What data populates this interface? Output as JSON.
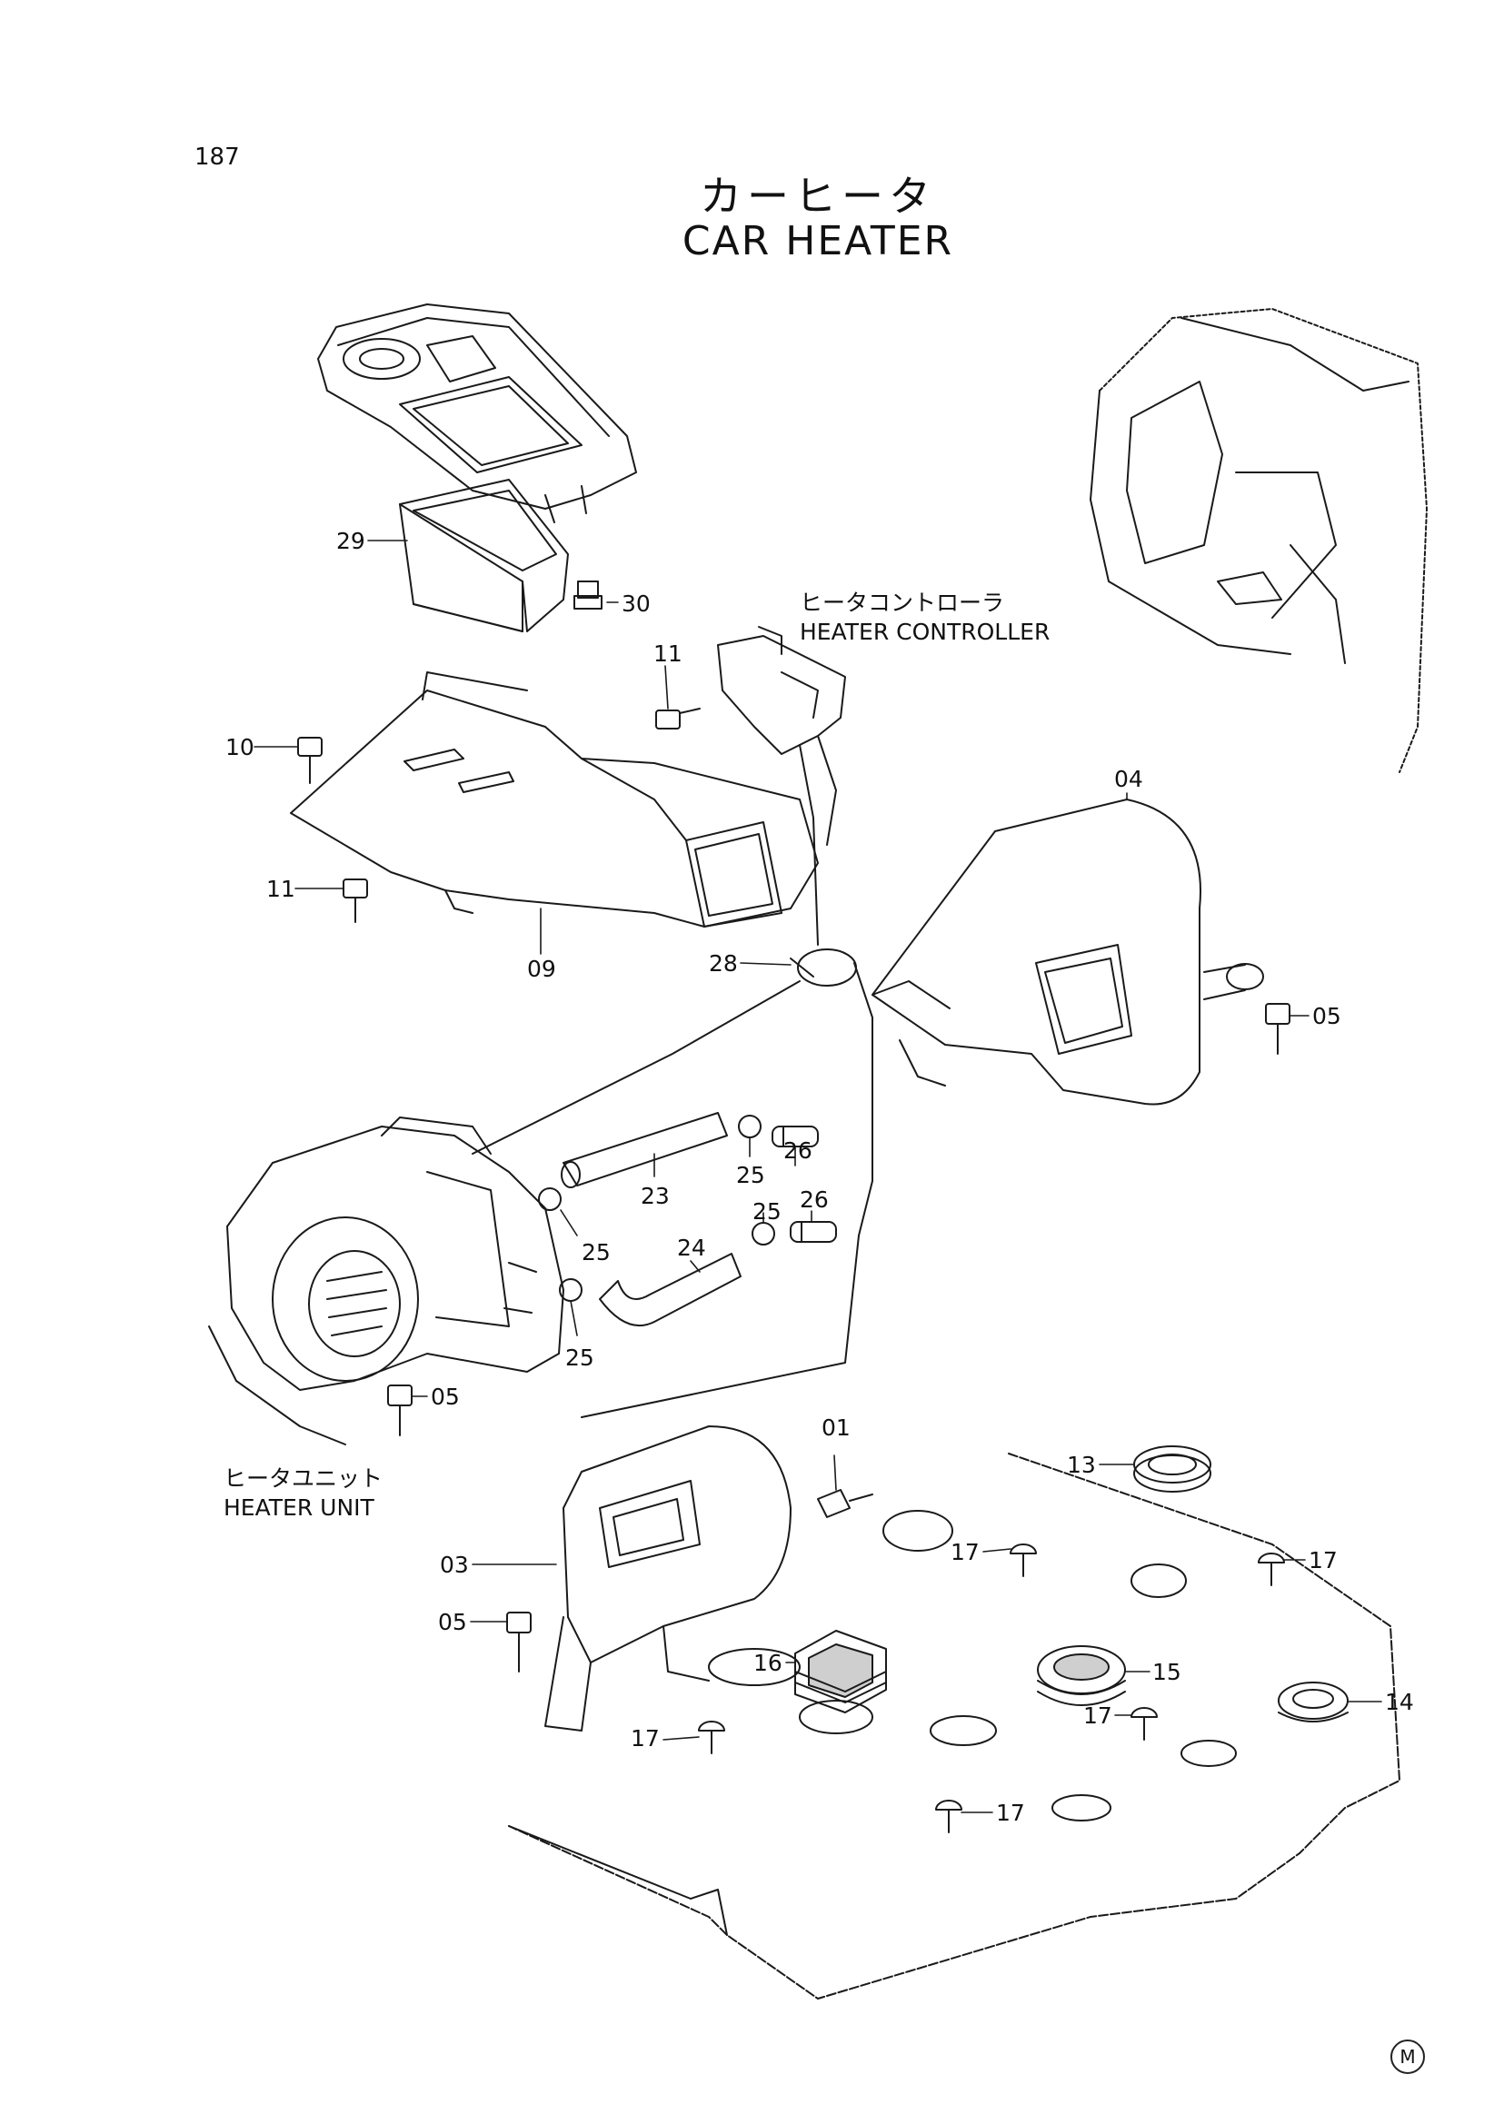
{
  "page_number": "187",
  "title_jp": "カーヒータ",
  "title_en": "CAR HEATER",
  "captions": {
    "controller_jp": "ヒータコントローラ",
    "controller_en": "HEATER CONTROLLER",
    "unit_jp": "ヒータユニット",
    "unit_en": "HEATER UNIT"
  },
  "part_labels": {
    "p29": "29",
    "p30": "30",
    "p11a": "11",
    "p11b": "11",
    "p10": "10",
    "p09": "09",
    "p28": "28",
    "p04": "04",
    "p05a": "05",
    "p26a": "26",
    "p25a": "25",
    "p23": "23",
    "p25b": "25",
    "p26b": "26",
    "p25c": "25",
    "p24": "24",
    "p25d": "25",
    "p05b": "05",
    "p01": "01",
    "p13": "13",
    "p17a": "17",
    "p17b": "17",
    "p03": "03",
    "p05c": "05",
    "p16": "16",
    "p15": "15",
    "p17c": "17",
    "p14": "14",
    "p17d": "17",
    "p17e": "17"
  },
  "mark": "M"
}
